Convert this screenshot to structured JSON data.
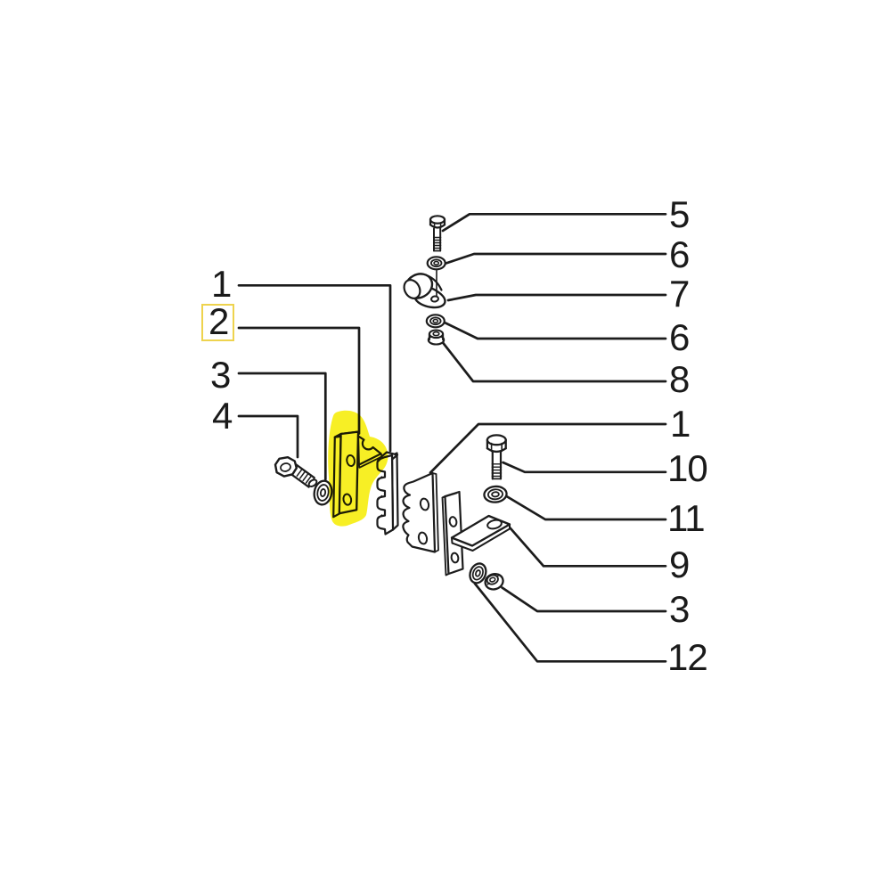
{
  "diagram": {
    "background_color": "#ffffff",
    "line_color": "#1c1c1c",
    "text_color": "#1a1a1a",
    "highlight_color": "#f7ee12",
    "selected_box_border_color": "#eed34e",
    "callouts_left": [
      {
        "label": "1"
      },
      {
        "label": "2",
        "selected": true
      },
      {
        "label": "3"
      },
      {
        "label": "4"
      }
    ],
    "callouts_right": [
      {
        "label": "5"
      },
      {
        "label": "6"
      },
      {
        "label": "7"
      },
      {
        "label": "6"
      },
      {
        "label": "8"
      },
      {
        "label": "1"
      },
      {
        "label": "10"
      },
      {
        "label": "11"
      },
      {
        "label": "9"
      },
      {
        "label": "3"
      },
      {
        "label": "12"
      }
    ]
  }
}
